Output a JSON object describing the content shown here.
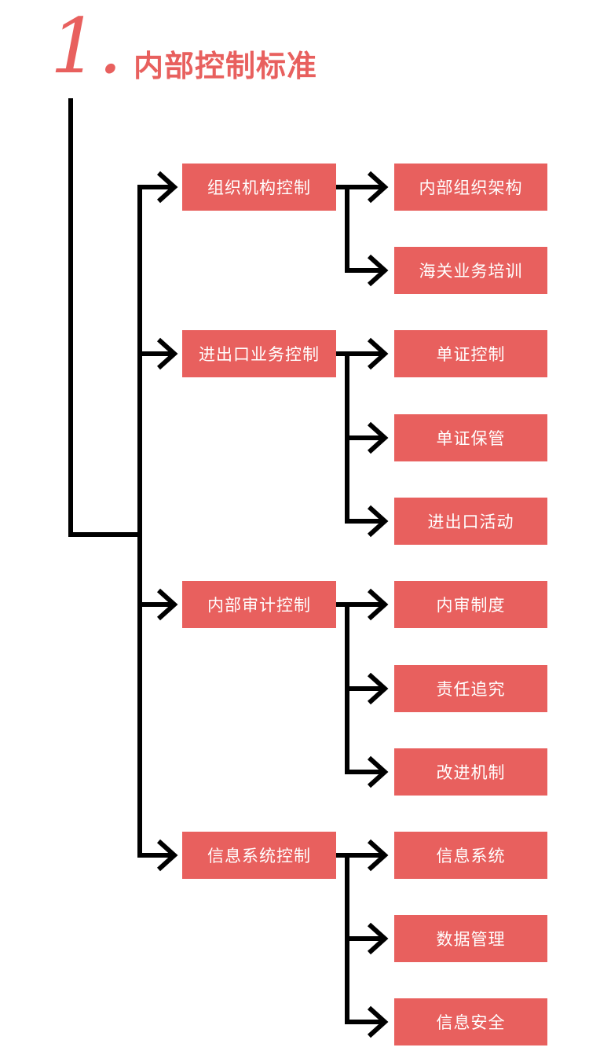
{
  "heading": {
    "number": "1.",
    "title": "内部控制标准"
  },
  "colors": {
    "accent": "#e8605e",
    "box_text": "#ffffff",
    "line": "#000000"
  },
  "categories": [
    {
      "label": "组织机构控制",
      "items": [
        "内部组织架构",
        "海关业务培训"
      ]
    },
    {
      "label": "进出口业务控制",
      "items": [
        "单证控制",
        "单证保管",
        "进出口活动"
      ]
    },
    {
      "label": "内部审计控制",
      "items": [
        "内审制度",
        "责任追究",
        "改进机制"
      ]
    },
    {
      "label": "信息系统控制",
      "items": [
        "信息系统",
        "数据管理",
        "信息安全"
      ]
    }
  ]
}
